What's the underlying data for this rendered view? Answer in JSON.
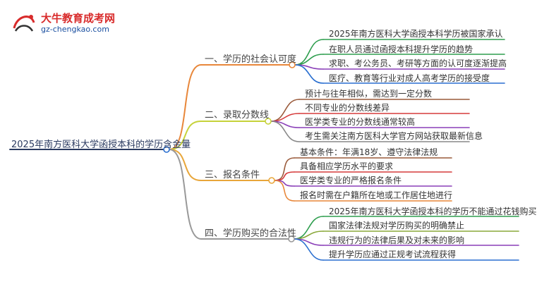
{
  "logo": {
    "title": "大牛教育成考网",
    "url": "gz-chengkao.com",
    "mark_text": "大牛"
  },
  "mindmap": {
    "root": "2025年南方医科大学函授本科的学历含金量",
    "branches": [
      {
        "label": "一、学历的社会认可度",
        "color": "#e8873a",
        "children": [
          {
            "label": "2025年南方医科大学函授本科学历被国家承认",
            "color": "#2e9e4e"
          },
          {
            "label": "在职人员通过函授本科提升学历的趋势",
            "color": "#2e9e4e"
          },
          {
            "label": "求职、考公务员、考研等方面的认可度逐渐提高",
            "color": "#8a3fb8"
          },
          {
            "label": "医疗、教育等行业对成人高考学历的接受度",
            "color": "#2a6fd0"
          }
        ]
      },
      {
        "label": "二、录取分数线",
        "color": "#c6d23a",
        "children": [
          {
            "label": "预计与往年相似，需达到一定分数",
            "color": "#9a5a3a"
          },
          {
            "label": "不同专业的分数线差异",
            "color": "#d63c3c"
          },
          {
            "label": "医学类专业的分数线通常较高",
            "color": "#8a3fb8"
          },
          {
            "label": "考生需关注南方医科大学官方网站获取最新信息",
            "color": "#888888"
          }
        ]
      },
      {
        "label": "三、报名条件",
        "color": "#e8a63a",
        "children": [
          {
            "label": "基本条件：年满18岁、遵守法律法规",
            "color": "#9a5a3a"
          },
          {
            "label": "具备相应学历水平的要求",
            "color": "#d63c3c"
          },
          {
            "label": "医学类专业的严格报名条件",
            "color": "#8a3fb8"
          },
          {
            "label": "报名时需在户籍所在地或工作居住地进行",
            "color": "#e8873a"
          }
        ]
      },
      {
        "label": "四、学历购买的合法性",
        "color": "#999999",
        "children": [
          {
            "label": "2025年南方医科大学函授本科的学历不能通过花钱购买",
            "color": "#2e9e4e"
          },
          {
            "label": "国家法律法规对学历购买的明确禁止",
            "color": "#8aa83a"
          },
          {
            "label": "违规行为的法律后果及对未来的影响",
            "color": "#8a3fb8"
          },
          {
            "label": "提升学历应通过正规考试流程获得",
            "color": "#2a6fd0"
          }
        ]
      }
    ]
  }
}
